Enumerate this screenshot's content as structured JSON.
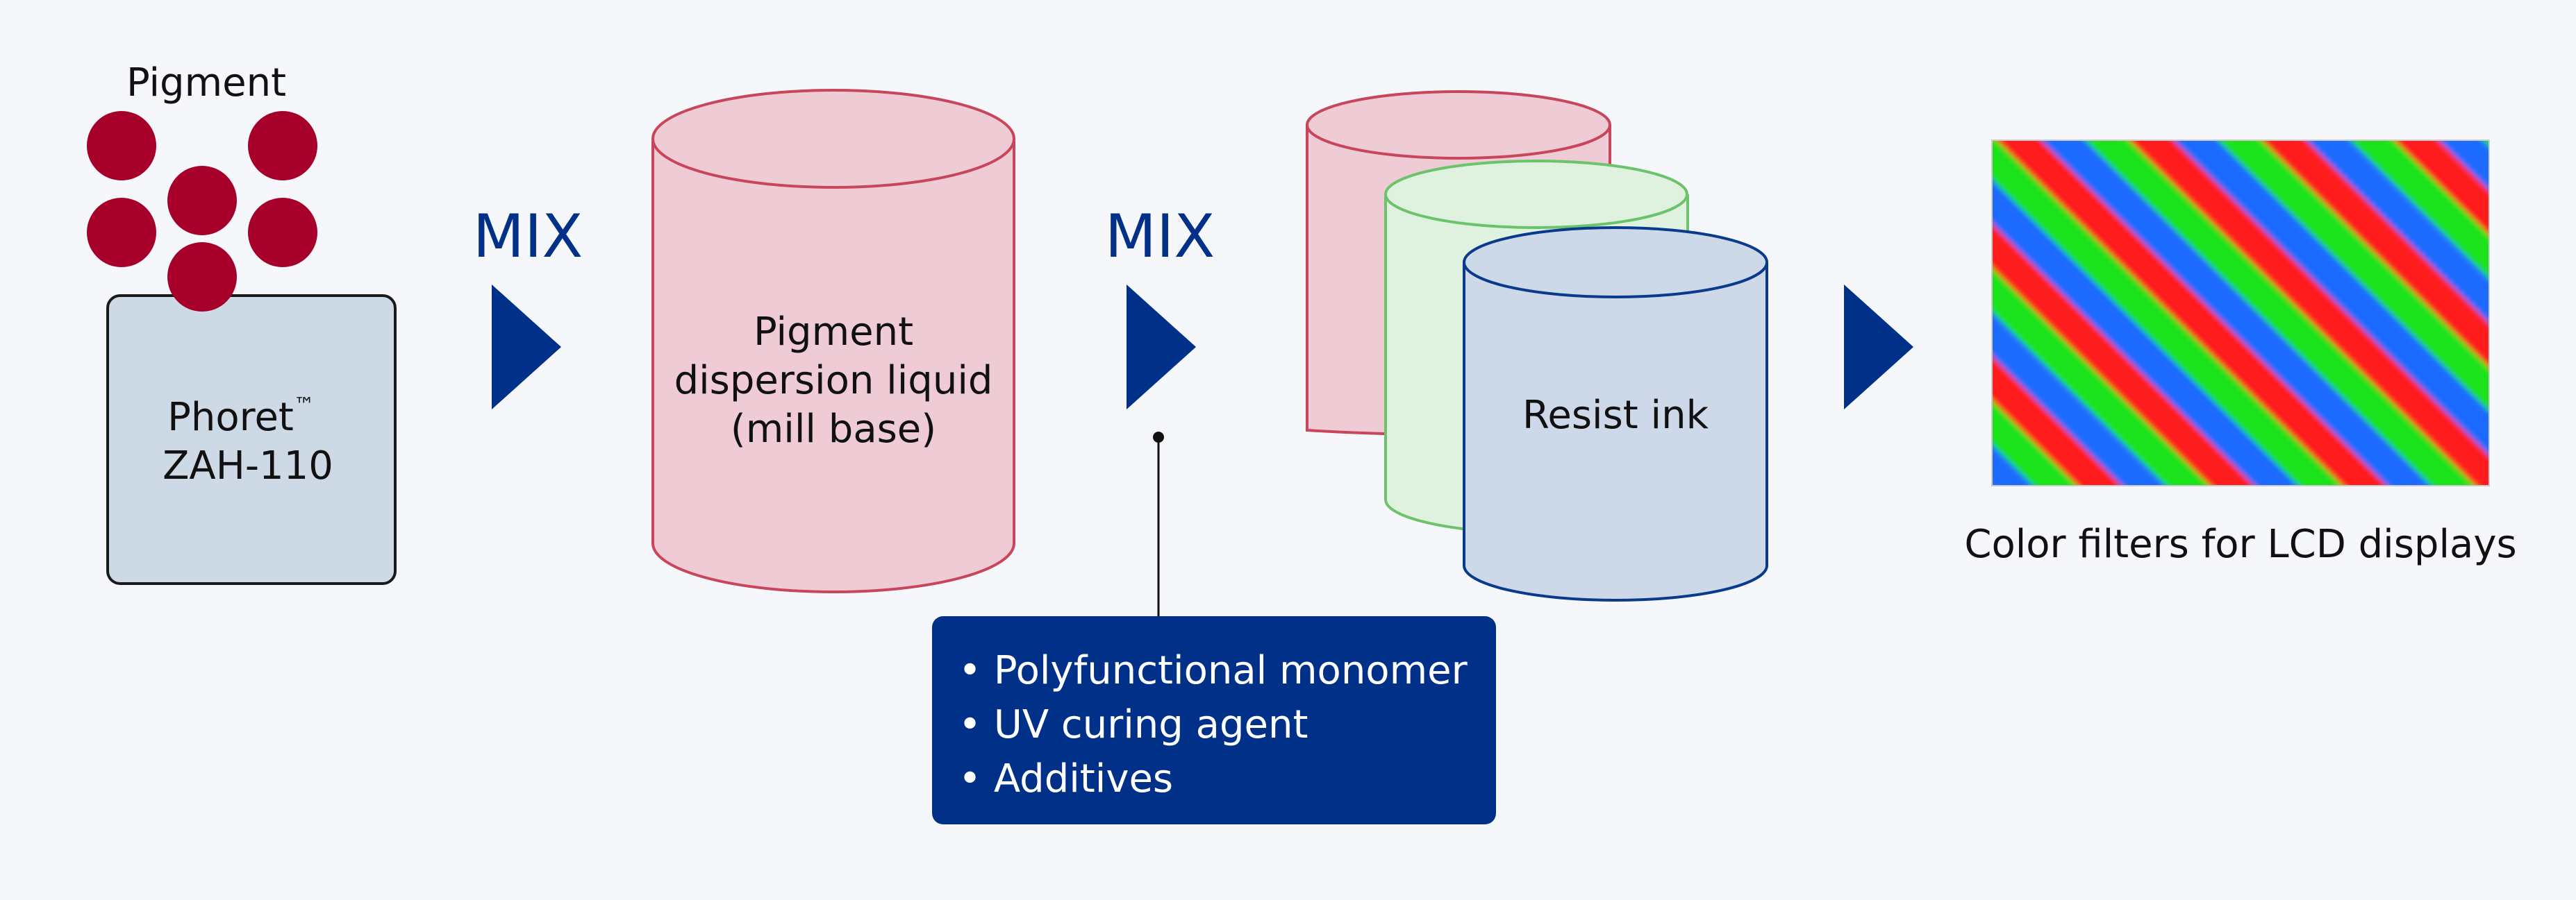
{
  "colors": {
    "background": "#f5f7fa",
    "navy": "#003087",
    "pigment": "#a6002a",
    "pink_fill": "#efccd5",
    "pink_stroke": "#c8455c",
    "green_fill": "#dff2df",
    "green_stroke": "#6cc36c",
    "blue_fill": "#cdd8e8",
    "blue_stroke": "#0a3a8c",
    "phoret_fill": "#ced9e6"
  },
  "pigment": {
    "label": "Pigment"
  },
  "phoret": {
    "name": "Phoret",
    "trademark": "™",
    "model": "ZAH-110"
  },
  "mix1": {
    "label": "MIX"
  },
  "dispersion": {
    "line1": "Pigment",
    "line2": "dispersion liquid",
    "line3": "(mill base)"
  },
  "mix2": {
    "label": "MIX"
  },
  "additives_box": {
    "items": [
      "• Polyfunctional monomer",
      "• UV curing agent",
      "• Additives"
    ]
  },
  "resist": {
    "label": "Resist ink"
  },
  "output": {
    "label": "Color filters for LCD displays"
  },
  "icons": [
    "pigment-particle-icon",
    "arrow-right-icon",
    "cylinder-icon",
    "color-filter-image"
  ]
}
